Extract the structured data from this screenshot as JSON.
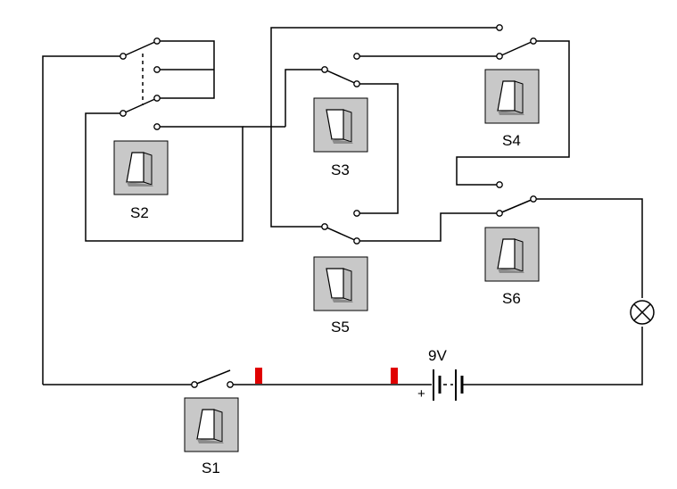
{
  "battery": {
    "label": "9V",
    "polarity": "+"
  },
  "switches": [
    {
      "id": "S1",
      "label": "S1"
    },
    {
      "id": "S2",
      "label": "S2"
    },
    {
      "id": "S3",
      "label": "S3"
    },
    {
      "id": "S4",
      "label": "S4"
    },
    {
      "id": "S5",
      "label": "S5"
    },
    {
      "id": "S6",
      "label": "S6"
    }
  ],
  "lamp": {
    "icon": "lamp-icon"
  },
  "colors": {
    "wire": "#000000",
    "marker": "#e00000",
    "button_face": "#c8c8c8",
    "background": "#ffffff"
  }
}
